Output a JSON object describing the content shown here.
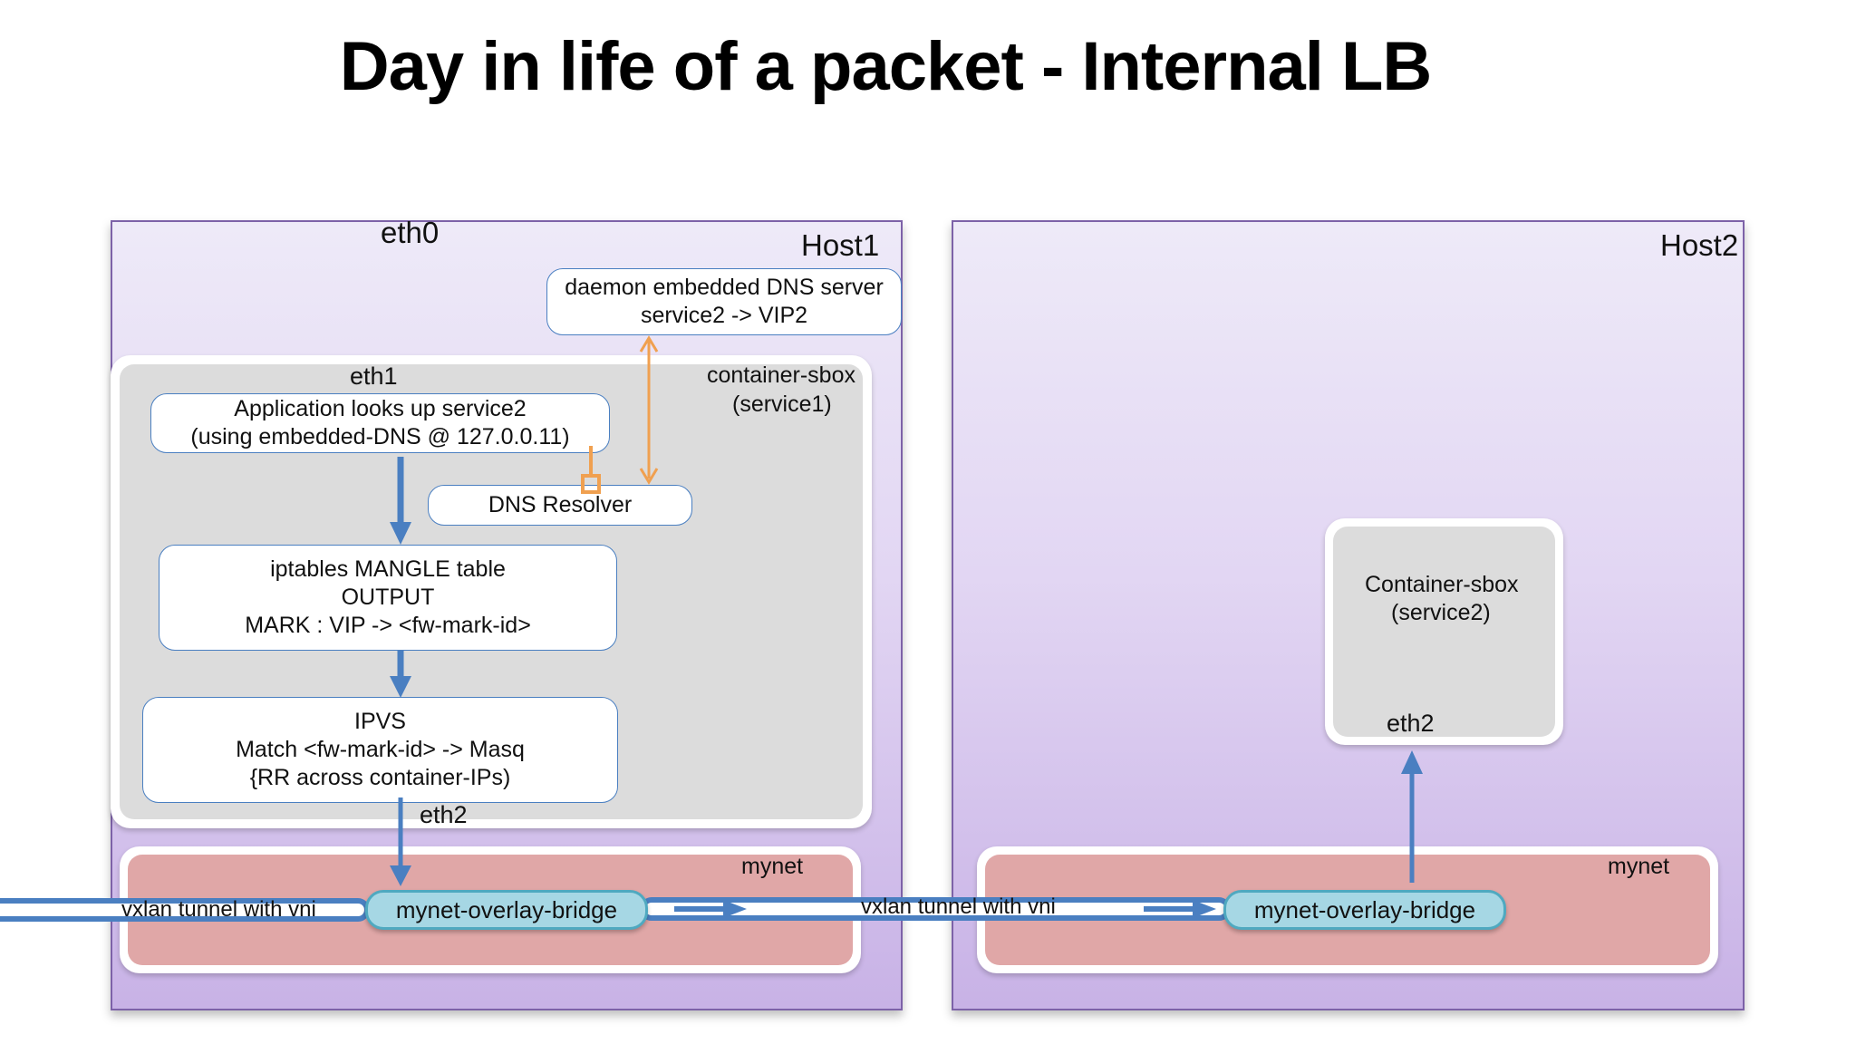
{
  "title": "Day in life of a packet - Internal LB",
  "colors": {
    "host_border": "#7d62a8",
    "flow_arrow": "#4a7fc1",
    "dns_arrow": "#f0a050",
    "mynet_fill": "#e0a7a7",
    "bridge_fill": "#a6d7e4",
    "sandbox_fill": "#dcdcdc"
  },
  "host1": {
    "label": "Host1",
    "eth0_label": "eth0",
    "dns_server": {
      "line1": "daemon embedded DNS server",
      "line2": "service2 -> VIP2"
    },
    "sandbox": {
      "label_line1": "container-sbox",
      "label_line2": "(service1)",
      "eth1_label": "eth1",
      "eth2_label": "eth2",
      "app_box": {
        "line1": "Application looks up service2",
        "line2": "(using embedded-DNS @ 127.0.0.11)"
      },
      "dns_resolver": "DNS Resolver",
      "iptables_box": {
        "line1": "iptables MANGLE table",
        "line2": "OUTPUT",
        "line3": "MARK : VIP -> <fw-mark-id>"
      },
      "ipvs_box": {
        "line1": "IPVS",
        "line2": "Match <fw-mark-id> -> Masq",
        "line3": "{RR across container-IPs)"
      }
    },
    "network": {
      "label": "mynet",
      "bridge": "mynet-overlay-bridge",
      "tunnel_in": "vxlan tunnel with vni"
    }
  },
  "tunnel_between": "vxlan tunnel with vni",
  "host2": {
    "label": "Host2",
    "sandbox": {
      "label_line1": "Container-sbox",
      "label_line2": "(service2)",
      "eth2_label": "eth2"
    },
    "network": {
      "label": "mynet",
      "bridge": "mynet-overlay-bridge"
    }
  }
}
